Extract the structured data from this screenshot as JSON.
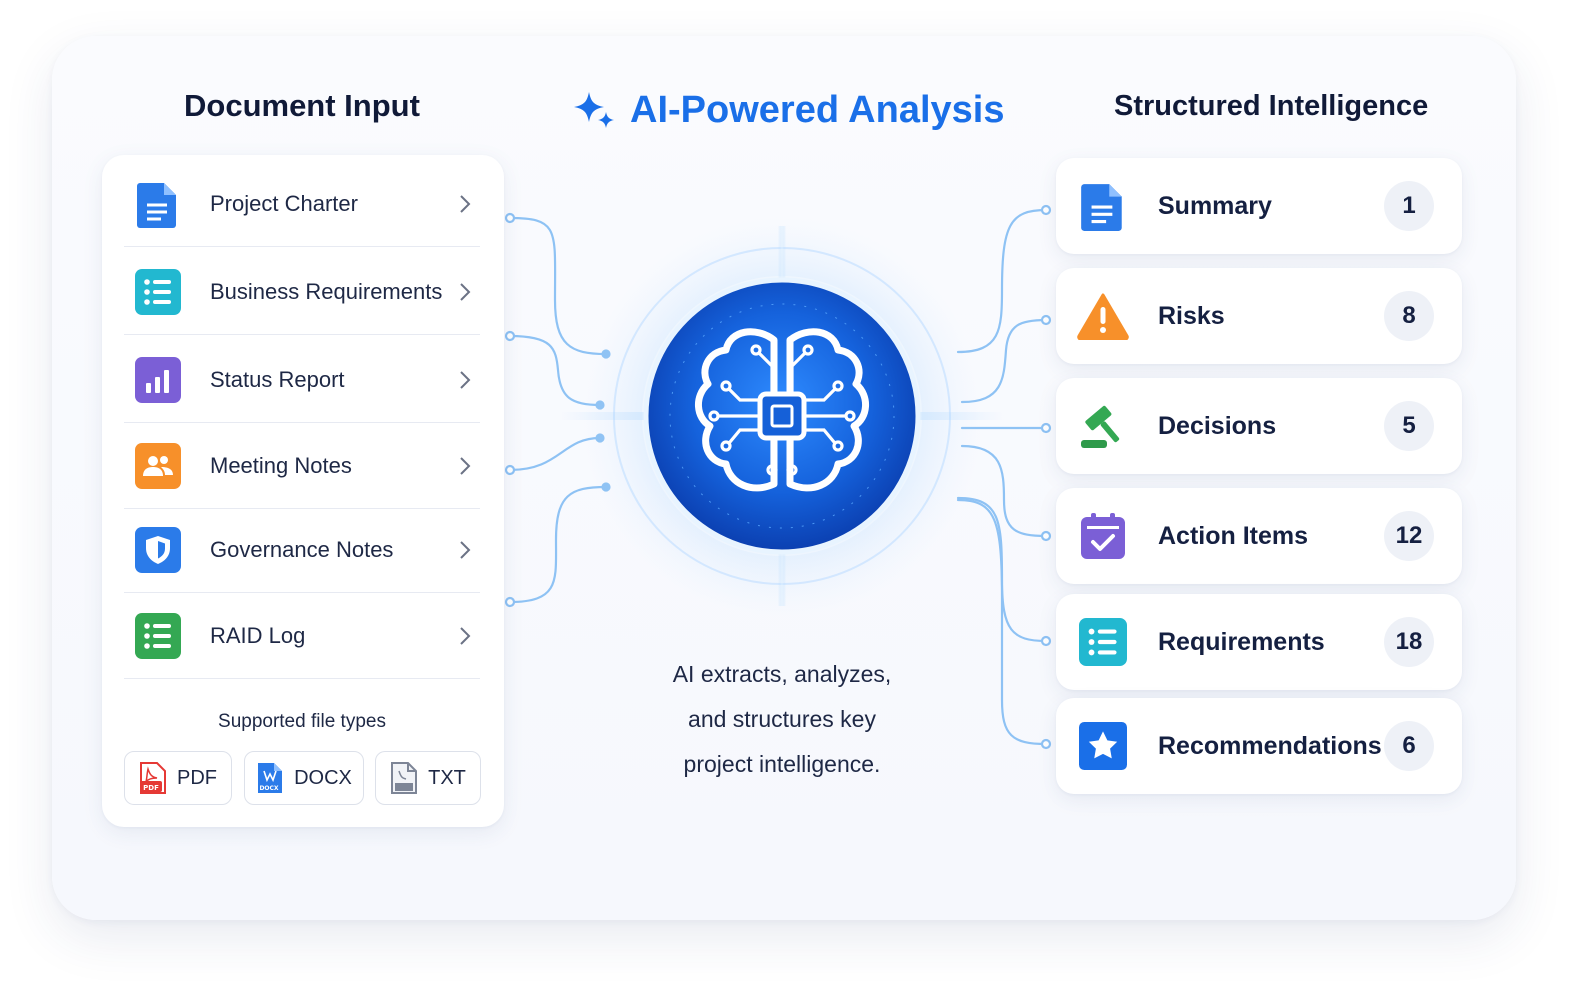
{
  "headings": {
    "input": "Document Input",
    "analysis": "AI-Powered Analysis",
    "output": "Structured Intelligence"
  },
  "colors": {
    "accent": "#1a6fe8",
    "blue": "#2b7be9",
    "teal": "#22b8d0",
    "purple": "#7b5fd6",
    "orange": "#f7902a",
    "green": "#34a853",
    "red": "#e53935"
  },
  "inputs": [
    {
      "label": "Project Charter",
      "icon": "document-icon",
      "color": "#2b7be9"
    },
    {
      "label": "Business Requirements",
      "icon": "list-icon",
      "color": "#22b8d0"
    },
    {
      "label": "Status Report",
      "icon": "bar-chart-icon",
      "color": "#7b5fd6"
    },
    {
      "label": "Meeting Notes",
      "icon": "people-icon",
      "color": "#f7902a"
    },
    {
      "label": "Governance Notes",
      "icon": "shield-icon",
      "color": "#2b7be9"
    },
    {
      "label": "RAID Log",
      "icon": "list-icon",
      "color": "#34a853"
    }
  ],
  "file_types": {
    "title": "Supported file types",
    "items": [
      {
        "label": "PDF",
        "icon": "pdf-file-icon",
        "tag": "PDF"
      },
      {
        "label": "DOCX",
        "icon": "docx-file-icon",
        "tag": "DOCX"
      },
      {
        "label": "TXT",
        "icon": "txt-file-icon",
        "tag": ""
      }
    ]
  },
  "caption": [
    "AI extracts, analyzes,",
    "and structures key",
    "project intelligence."
  ],
  "outputs": [
    {
      "label": "Summary",
      "count": "1",
      "icon": "document-icon",
      "color": "#2b7be9"
    },
    {
      "label": "Risks",
      "count": "8",
      "icon": "warning-icon",
      "color": "#f7902a"
    },
    {
      "label": "Decisions",
      "count": "5",
      "icon": "gavel-icon",
      "color": "#34a853"
    },
    {
      "label": "Action Items",
      "count": "12",
      "icon": "calendar-check-icon",
      "color": "#7b5fd6"
    },
    {
      "label": "Requirements",
      "count": "18",
      "icon": "list-icon",
      "color": "#22b8d0"
    },
    {
      "label": "Recommendations",
      "count": "6",
      "icon": "star-icon",
      "color": "#1a6fe8"
    }
  ]
}
